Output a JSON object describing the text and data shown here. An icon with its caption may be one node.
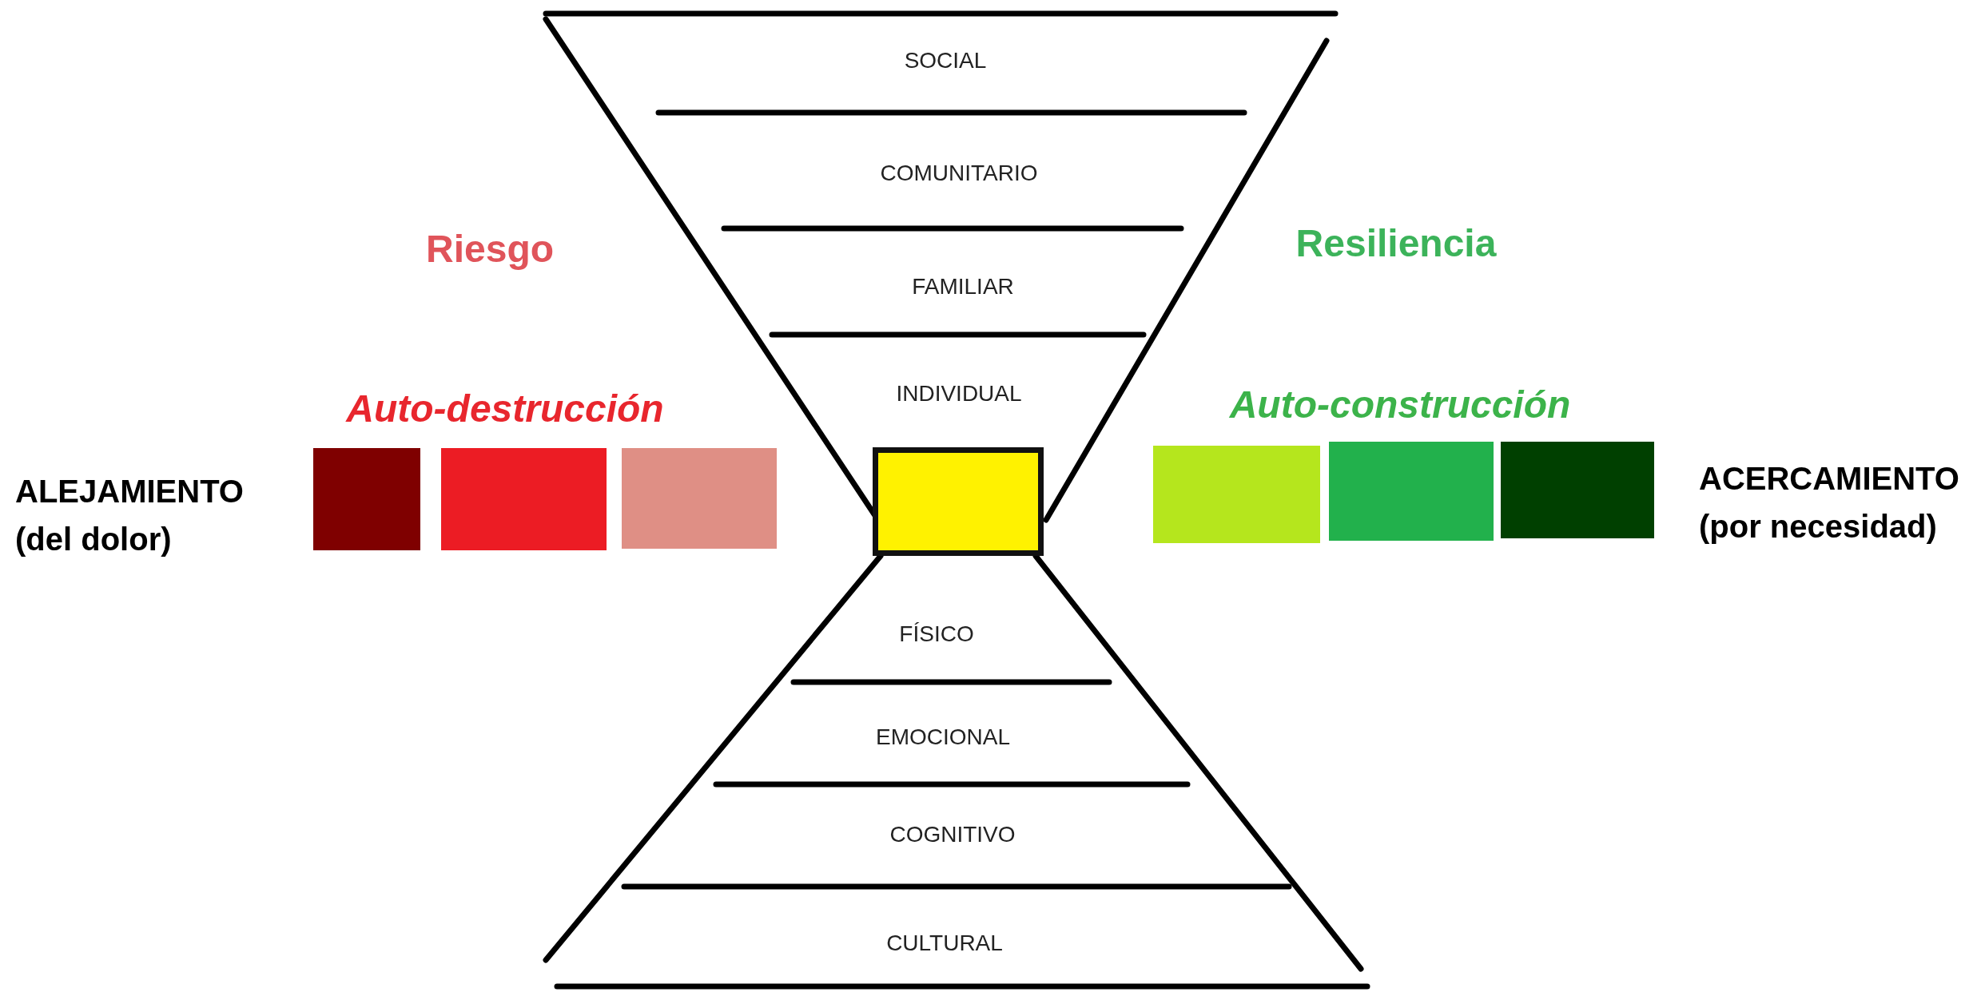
{
  "diagram": {
    "nodes": [
      {
        "text": [
          "SOCIAL"
        ]
      },
      {
        "text": [
          "COMUNITARIO"
        ]
      },
      {
        "text": [
          "FAMILIAR"
        ]
      },
      {
        "text": [
          "INDIVIDUAL"
        ]
      },
      {
        "text": [],
        "shape": "box"
      },
      {
        "text": [
          "FÍSICO"
        ]
      },
      {
        "text": [
          "EMOCIONAL"
        ]
      },
      {
        "text": [
          "COGNITIVO"
        ]
      },
      {
        "text": [
          "CULTURAL"
        ]
      }
    ],
    "edges": [],
    "labels": [
      "Riesgo",
      "Resiliencia",
      "Auto-destrucción",
      "Auto-construcción",
      "ALEJAMIENTO (del dolor)",
      "ACERCAMIENTO (por necesidad)"
    ]
  }
}
